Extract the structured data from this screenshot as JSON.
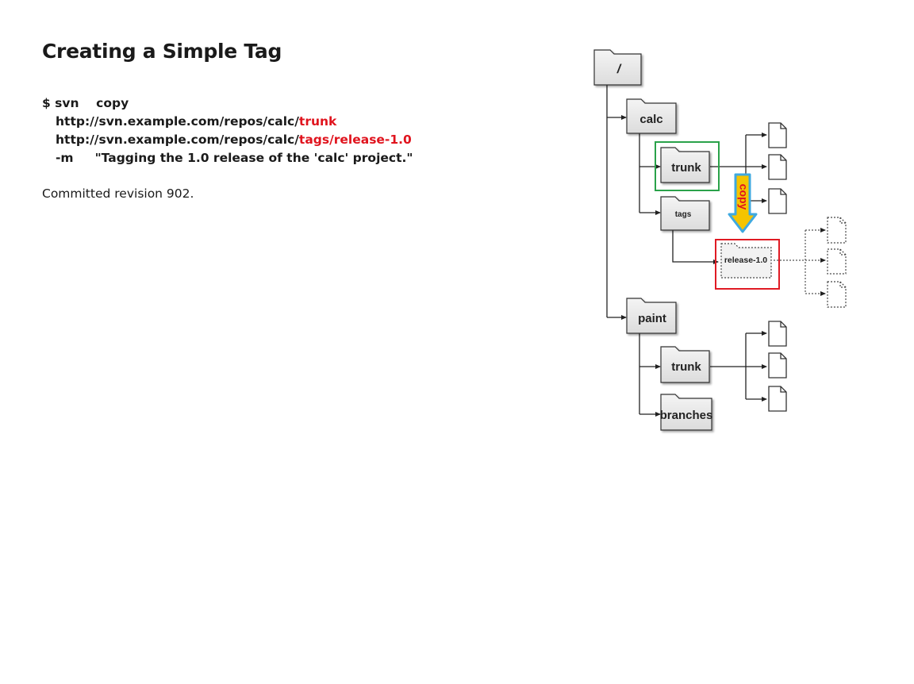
{
  "title": "Creating a Simple Tag",
  "command": {
    "prompt": "$ svn",
    "subcommand": "copy",
    "src_prefix": "http://svn.example.com/repos/calc/",
    "src_highlight": "trunk",
    "dst_prefix": "http://svn.example.com/repos/calc/",
    "dst_highlight": "tags/release-1.0",
    "message_flag": "-m",
    "message": "\"Tagging the 1.0 release of the 'calc' project.\""
  },
  "result": "Committed revision 902.",
  "diagram": {
    "root": "/",
    "calc": "calc",
    "calc_trunk": "trunk",
    "tags": "tags",
    "release": "release-1.0",
    "copy_label": "copy",
    "paint": "paint",
    "paint_trunk": "trunk",
    "branches": "branches"
  },
  "colors": {
    "highlight_red": "#e0141e",
    "trunk_box": "#2aa24a",
    "release_box": "#e01b24",
    "arrow_fill": "#f5c400",
    "arrow_outline": "#3fa9e0"
  }
}
